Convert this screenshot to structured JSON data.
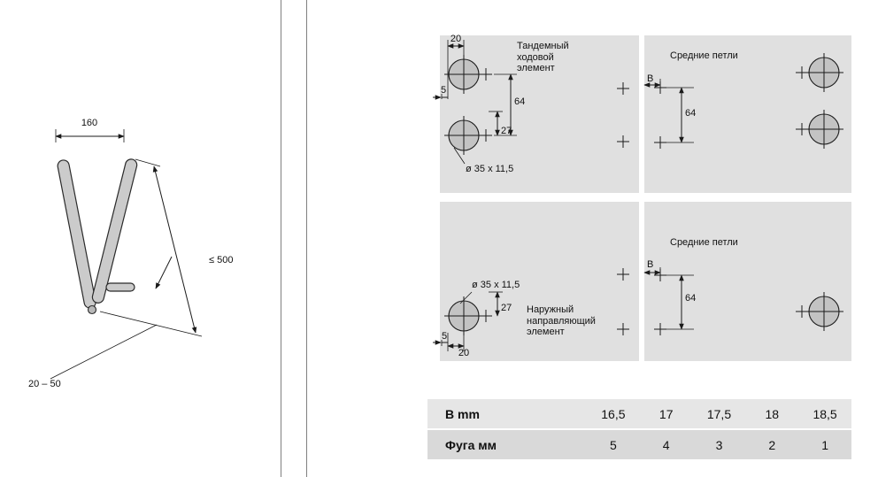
{
  "colors": {
    "panel_bg": "#e0e0e0",
    "cup_fill": "#c3c3c3",
    "line": "#1a1a1a",
    "table_row_light": "#e6e6e6",
    "table_row_dark": "#d9d9d9"
  },
  "left_drawing": {
    "width_dim": "160",
    "height_dim": "≤ 500",
    "gap_dim": "20 – 50"
  },
  "panels": {
    "top_left": {
      "title": "Тандемный\nходовой\nэлемент",
      "dim_top": "20",
      "dim_side": "5",
      "dim_spacing": "64",
      "dim_offset": "27",
      "hole_spec": "ø 35 x 11,5"
    },
    "top_right": {
      "title": "Средние петли",
      "dim_b": "B",
      "dim_spacing": "64"
    },
    "bottom_left": {
      "title": "Наружный\nнаправляющий\nэлемент",
      "hole_spec": "ø 35 x 11,5",
      "dim_offset": "27",
      "dim_side": "5",
      "dim_bottom": "20"
    },
    "bottom_right": {
      "title": "Средние петли",
      "dim_b": "B",
      "dim_spacing": "64"
    }
  },
  "table": {
    "rows": [
      {
        "label": "B mm",
        "values": [
          "16,5",
          "17",
          "17,5",
          "18",
          "18,5"
        ]
      },
      {
        "label": "Фуга мм",
        "values": [
          "5",
          "4",
          "3",
          "2",
          "1"
        ]
      }
    ]
  }
}
